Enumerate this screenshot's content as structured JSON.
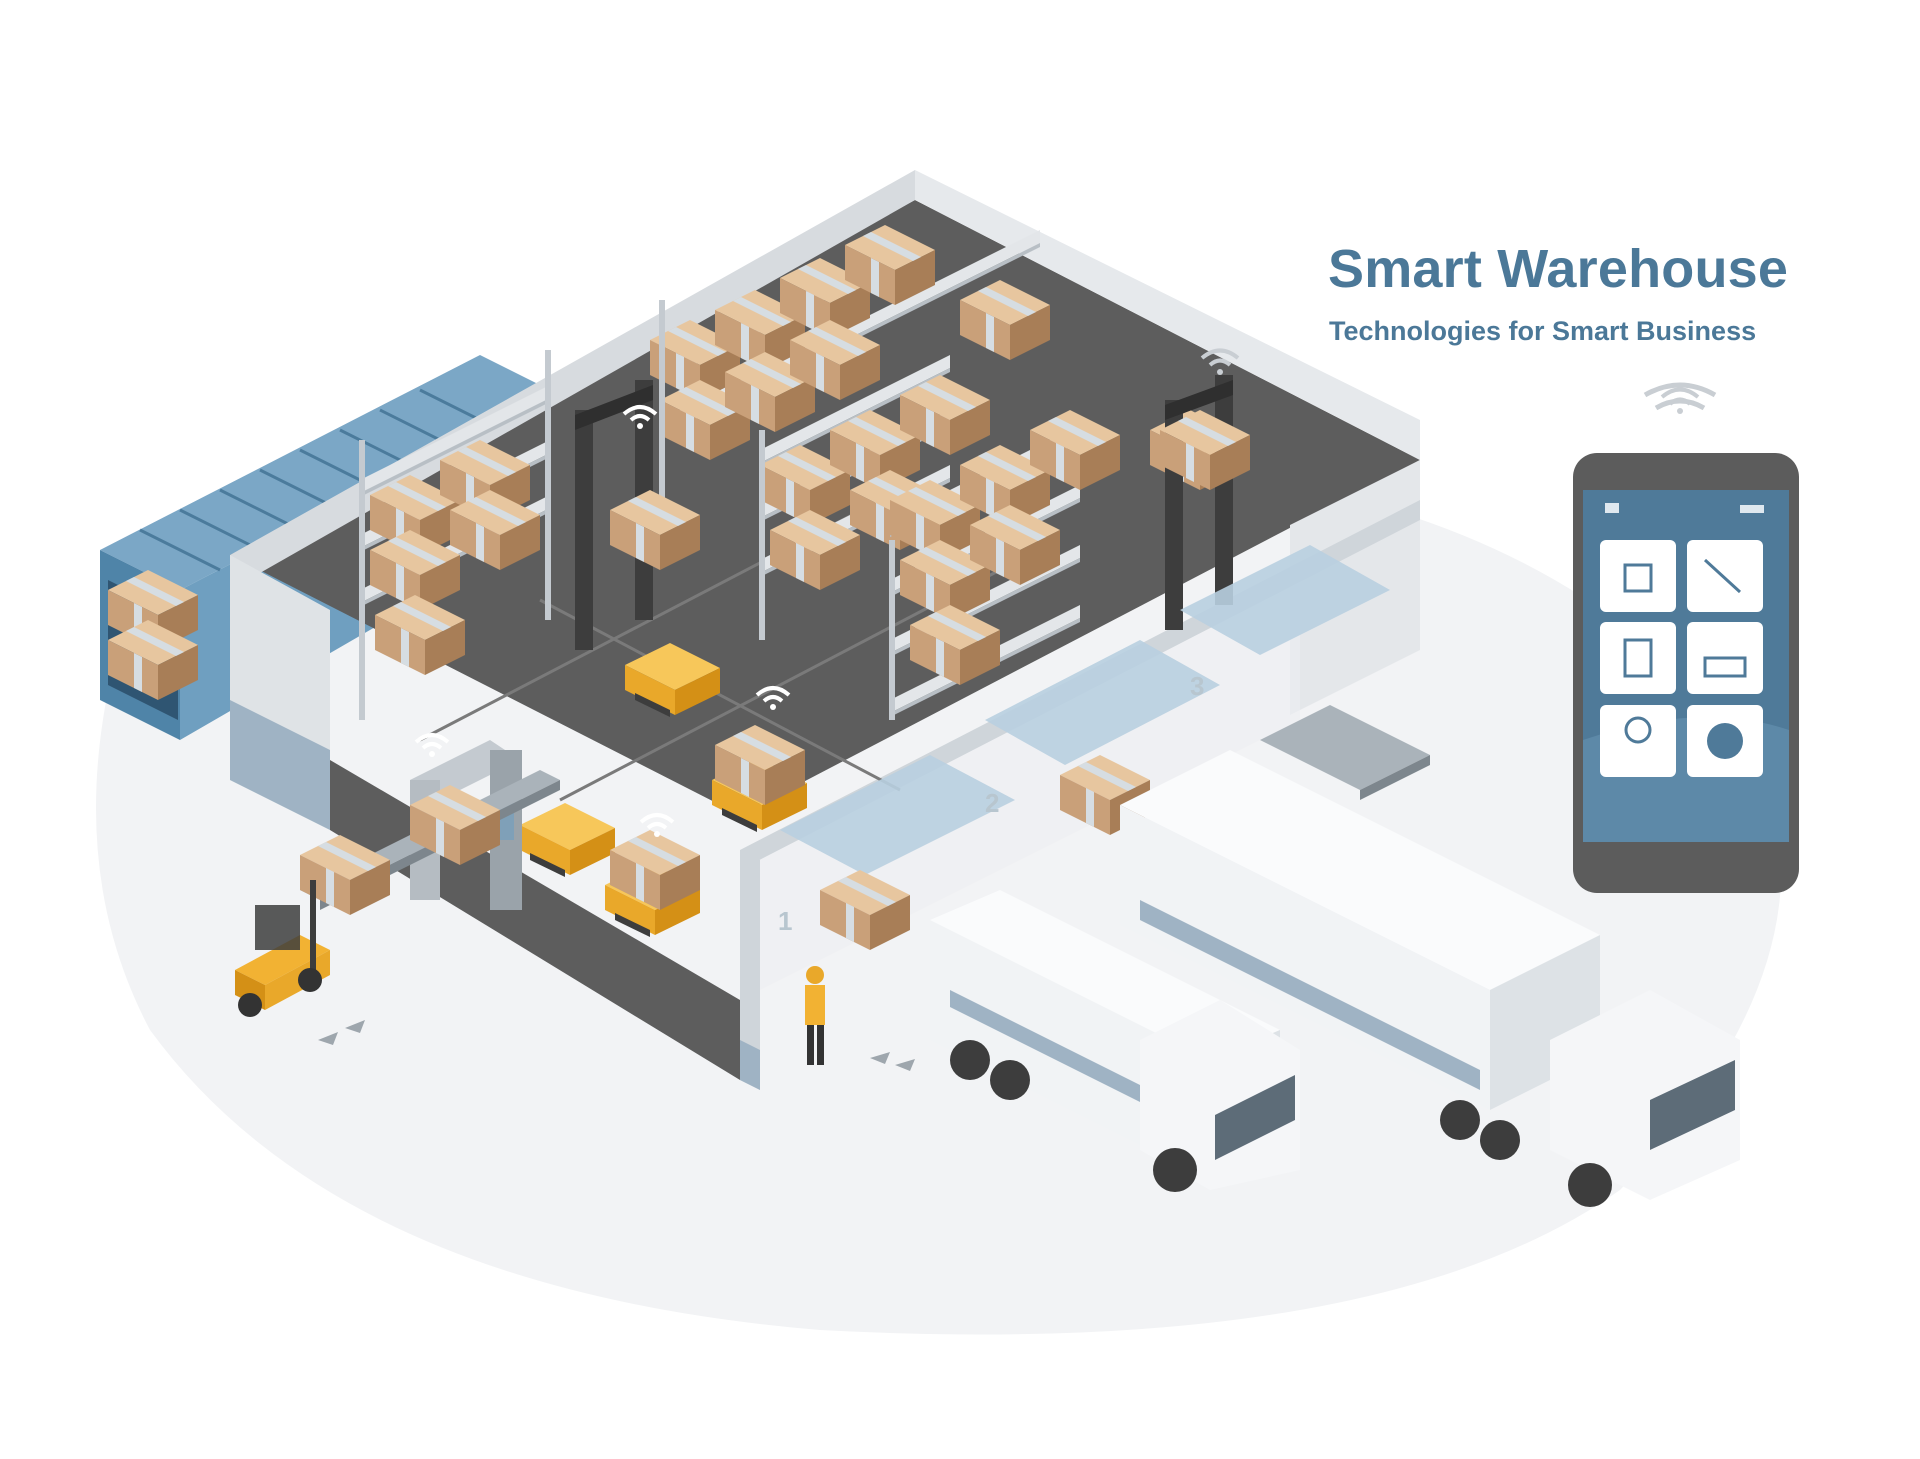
{
  "header": {
    "title": "Smart Warehouse",
    "subtitle": "Technologies for Smart Business"
  },
  "docks": [
    "1",
    "2",
    "3"
  ],
  "phone": {
    "app_icons": [
      "boxes-stack-icon",
      "hand-truck-icon",
      "checklist-icon",
      "robot-tracking-icon",
      "location-pin-icon",
      "pie-chart-icon"
    ]
  },
  "colors": {
    "title": "#4b7898",
    "container": "#5b8fb0",
    "boxes": "#c9a079",
    "robots": "#f2b233",
    "floor": "#5d5d5d",
    "phone_screen": "#4f7a99"
  }
}
